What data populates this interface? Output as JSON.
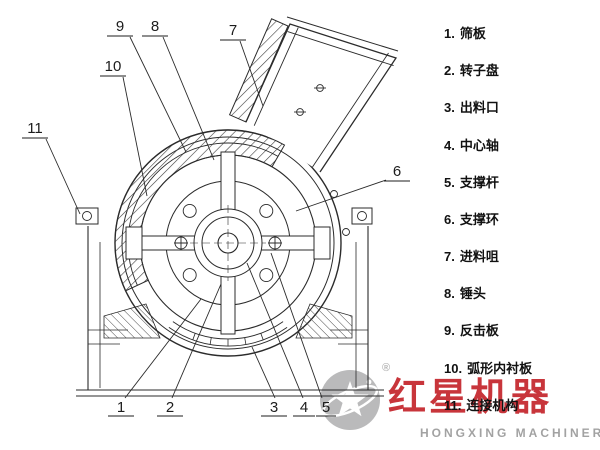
{
  "page": {
    "background": "#ffffff",
    "line_color": "#2b2b2b"
  },
  "legend": {
    "items": [
      {
        "num": "1.",
        "label": "筛板"
      },
      {
        "num": "2.",
        "label": "转子盘"
      },
      {
        "num": "3.",
        "label": "出料口"
      },
      {
        "num": "4.",
        "label": "中心轴"
      },
      {
        "num": "5.",
        "label": "支撑杆"
      },
      {
        "num": "6.",
        "label": "支撑环"
      },
      {
        "num": "7.",
        "label": "进料咀"
      },
      {
        "num": "8.",
        "label": "锤头"
      },
      {
        "num": "9.",
        "label": "反击板"
      },
      {
        "num": "10.",
        "label": "弧形内衬板"
      },
      {
        "num": "11.",
        "label": "连接机构"
      }
    ]
  },
  "callouts": {
    "n1": "1",
    "n2": "2",
    "n3": "3",
    "n4": "4",
    "n5": "5",
    "n6": "6",
    "n7": "7",
    "n8": "8",
    "n9": "9",
    "n10": "10",
    "n11": "11"
  },
  "watermark": {
    "brand_cn": "红星机器",
    "brand_en": "HONGXING MACHINERY",
    "registered_mark": "®",
    "logo_icon": "star-orbit-logo",
    "color_red": "#c4242b",
    "color_gray": "#9b9b9b"
  }
}
